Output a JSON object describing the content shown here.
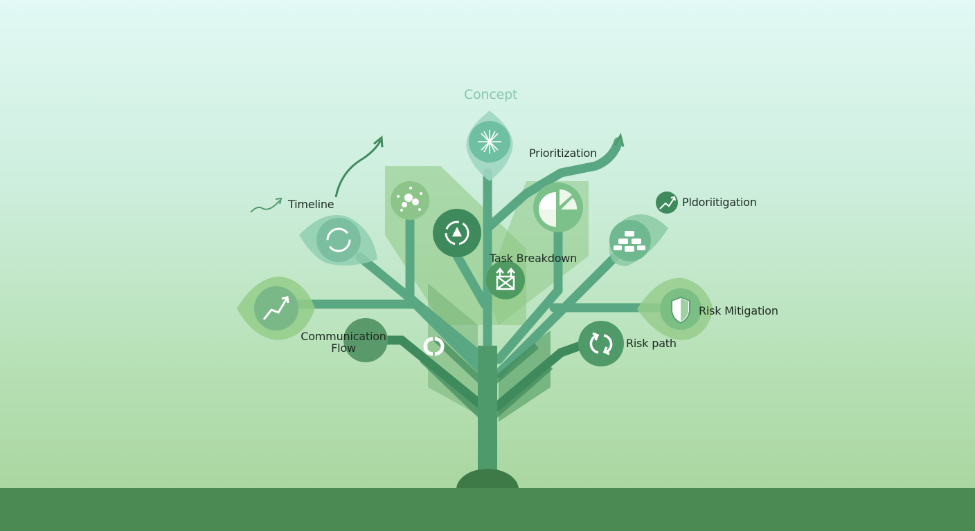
{
  "labels": {
    "concept": "Concept",
    "prioritization": "Prioritization",
    "timeline": "Timeline",
    "task_breakdown": "Task Breakdown",
    "fidoritigation": "Pldoriitigation",
    "risk_mitigation": "Risk Mitigation",
    "risk_path": "Risk path",
    "communication_line1": "Communication",
    "communication_line2": "Flow"
  },
  "colors": {
    "ground": "#4b8a52",
    "trunk": "#4f9a6a",
    "branch": "#5aa883",
    "dark_node": "#3f8a5c"
  },
  "icons": [
    "sparkle-icon",
    "scatter-icon",
    "cycle-arrows-icon",
    "pie-chart-icon",
    "upload-arrows-icon",
    "refresh-icon",
    "stacked-blocks-icon",
    "trend-zigzag-icon",
    "shield-icon",
    "link-icon",
    "refresh-arrows-icon",
    "trend-up-icon"
  ]
}
